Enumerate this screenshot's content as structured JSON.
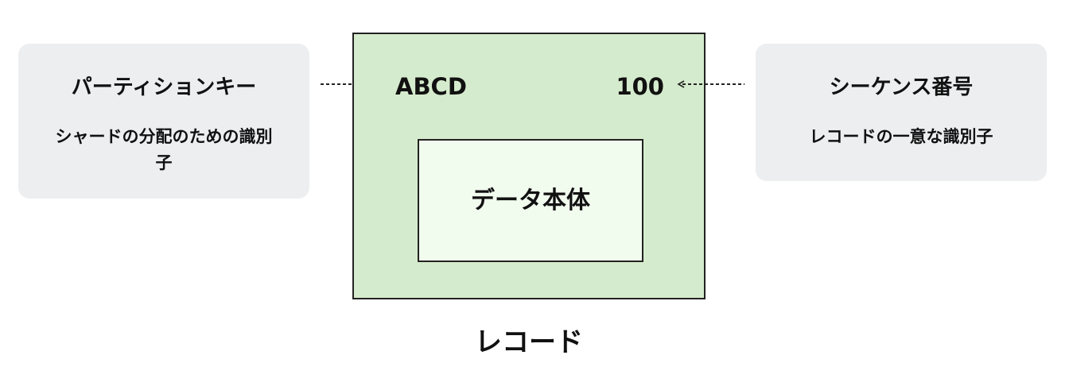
{
  "partition_key": {
    "title": "パーティションキー",
    "description": "シャードの分配のための識別子"
  },
  "sequence_number": {
    "title": "シーケンス番号",
    "description": "レコードの一意な識別子"
  },
  "record": {
    "key_value": "ABCD",
    "sequence_value": "100",
    "body_label": "データ本体",
    "label": "レコード"
  },
  "colors": {
    "record_fill": "#d5ebcd",
    "body_fill": "#f1fbee",
    "side_box_fill": "#eceef0",
    "border": "#222222"
  }
}
